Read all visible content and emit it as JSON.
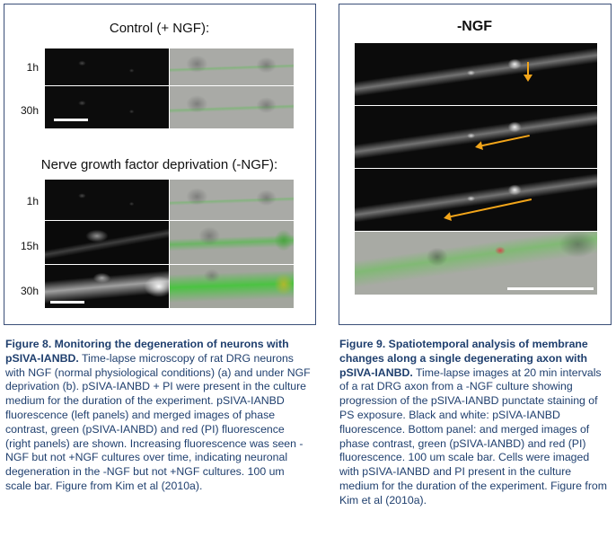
{
  "figure8": {
    "control_heading": "Control (+ NGF):",
    "deprivation_heading": "Nerve growth factor deprivation (-NGF):",
    "control_rows": [
      "1h",
      "30h"
    ],
    "ngf_rows": [
      "1h",
      "15h",
      "30h"
    ],
    "caption_title": "Figure 8. Monitoring the degeneration of neurons with pSIVA-IANBD.",
    "caption_body": "Time-lapse microscopy of rat DRG neurons with NGF (normal physiological conditions) (a) and under NGF deprivation (b). pSIVA-IANBD + PI were present in the culture medium for the duration of the experiment. pSIVA-IANBD fluorescence (left panels) and merged images of phase contrast, green (pSIVA-IANBD) and red (PI) fluorescence (right panels) are shown. Increasing fluorescence was seen -NGF but not +NGF cultures over time, indicating neuronal degeneration in the -NGF but not +NGF cultures. 100 um scale bar. Figure from Kim et al (2010a)."
  },
  "figure9": {
    "title": "-NGF",
    "caption_title": "Figure 9. Spatiotemporal analysis of membrane changes along a single degenerating axon with pSIVA-IANBD.",
    "caption_body": "Time-lapse images at 20 min intervals of a rat DRG axon from a -NGF culture showing progression of the pSIVA-IANBD punctate staining of PS exposure. Black and white: pSIVA-IANBD fluorescence. Bottom panel: and merged images of phase contrast, green (pSIVA-IANBD) and red (PI) fluorescence. 100 um scale bar. Cells were imaged with pSIVA-IANBD and PI present in the culture medium for the duration of the experiment. Figure from Kim et al (2010a)."
  },
  "colors": {
    "caption_text": "#1f3f6e",
    "frame_border": "#3a4f78",
    "arrow": "#f2a51a"
  }
}
